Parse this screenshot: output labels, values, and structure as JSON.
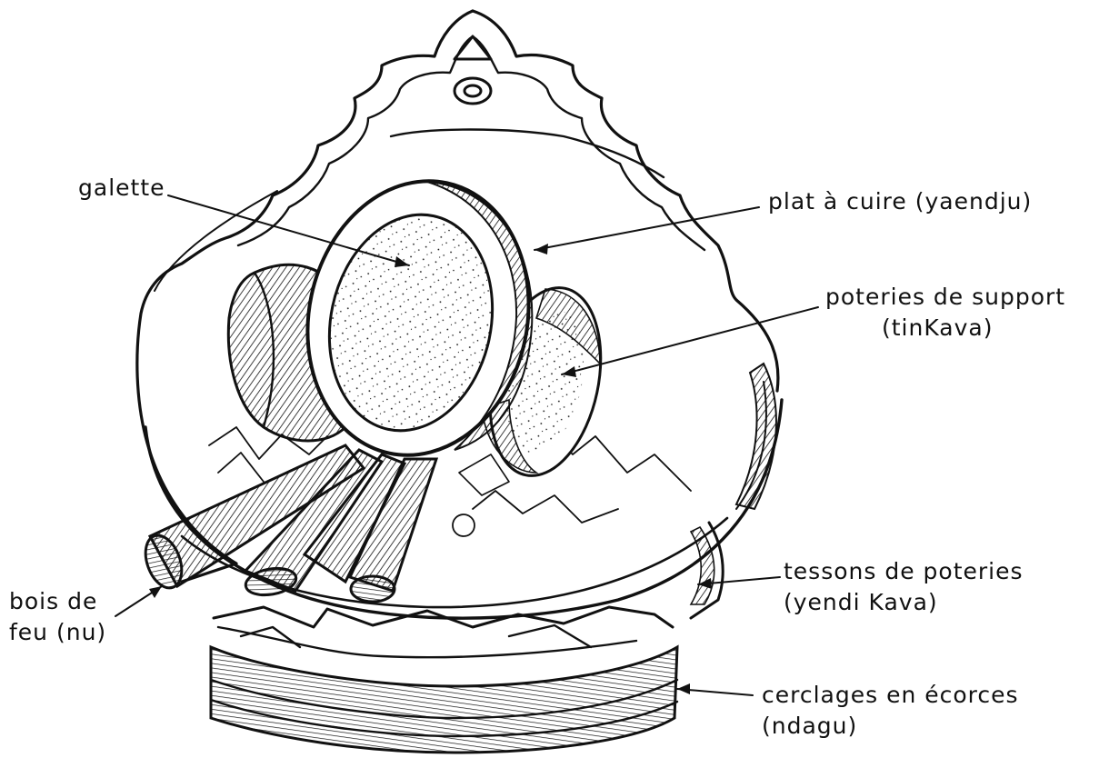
{
  "labels": {
    "galette": "galette",
    "plat": "plat à cuire  (yaendju)",
    "support_line1": "poteries de support",
    "support_line2": "(tinKava)",
    "tessons_line1": "tessons de poteries",
    "tessons_line2": "(yendi Kava)",
    "bois_line1": "bois  de",
    "bois_line2": "feu (nu)",
    "cerclages_line1": "cerclages  en  écorces",
    "cerclages_line2": "(ndagu)"
  },
  "colors": {
    "ink": "#111111",
    "paper": "#ffffff"
  }
}
